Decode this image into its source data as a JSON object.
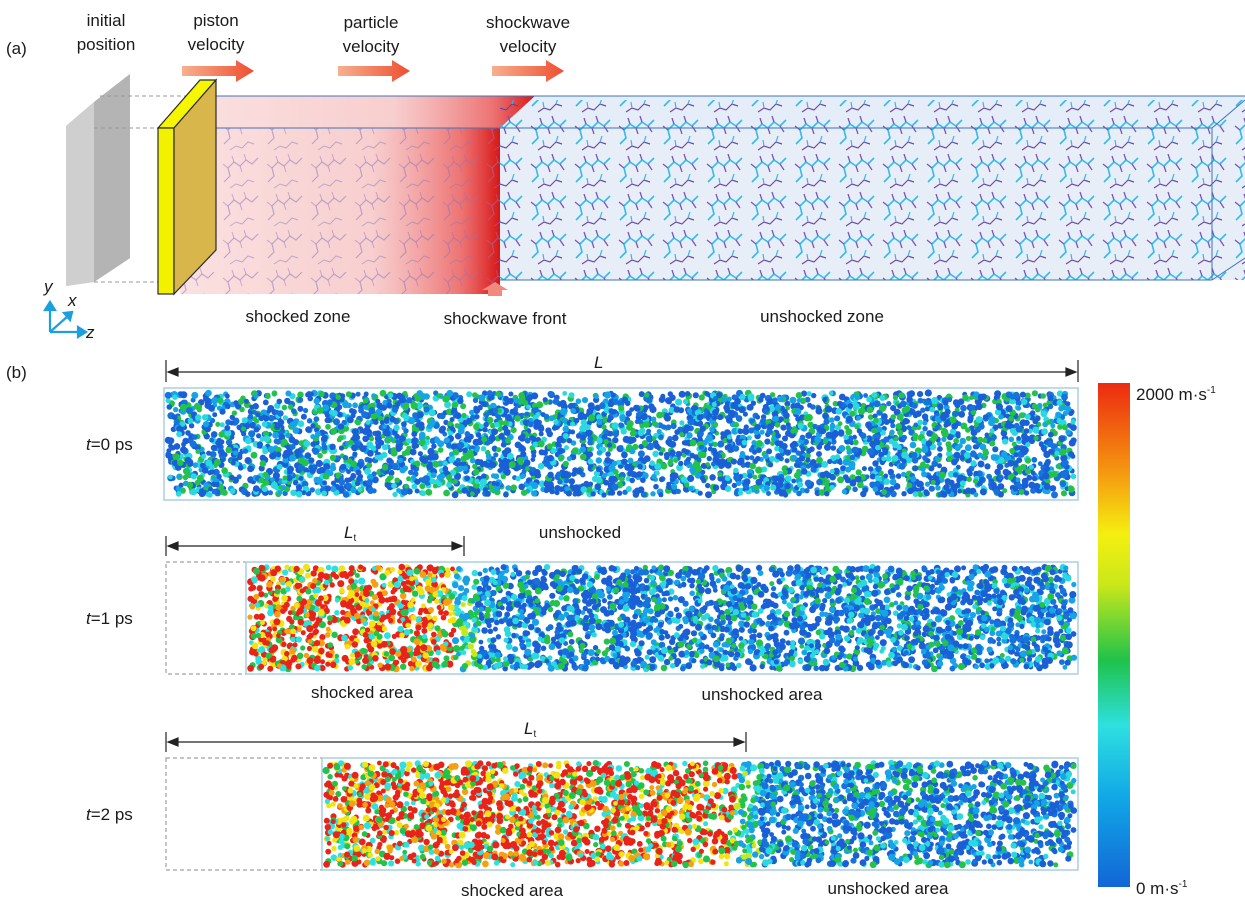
{
  "panel_a": {
    "tag": "(a)",
    "labels": {
      "initial_position_1": "initial",
      "initial_position_2": "position",
      "piston_velocity_1": "piston",
      "piston_velocity_2": "velocity",
      "particle_velocity_1": "particle",
      "particle_velocity_2": "velocity",
      "shockwave_velocity_1": "shockwave",
      "shockwave_velocity_2": "velocity",
      "shocked_zone": "shocked zone",
      "shockwave_front": "shockwave front",
      "unshocked_zone": "unshocked zone"
    },
    "axes": {
      "y": "y",
      "x": "x",
      "z": "z"
    },
    "colors": {
      "initial_wall": "#c8c8c8",
      "piston": "#f2f200",
      "shock_red": "#e01a1a",
      "unshocked_box": "#dfe9f6",
      "molecule_blue": "#2fb6e8",
      "molecule_purple": "#6a3fa0",
      "arrow": "#f0603c"
    }
  },
  "panel_b": {
    "tag": "(b)",
    "length_label": "L",
    "lt_label": "L",
    "lt_sub": "t",
    "rows": [
      {
        "time_prefix": "t",
        "time_rest": "=0 ps",
        "caption_left": "",
        "caption_right": "unshocked",
        "shocked_fraction": 0
      },
      {
        "time_prefix": "t",
        "time_rest": "=1 ps",
        "caption_left": "shocked area",
        "caption_right": "unshocked area",
        "shocked_fraction": 0.24
      },
      {
        "time_prefix": "t",
        "time_rest": "=2 ps",
        "caption_left": "shocked area",
        "caption_right": "unshocked area",
        "shocked_fraction": 0.57
      }
    ],
    "colorbar": {
      "max_label": "2000 m·s",
      "max_sup": "-1",
      "min_label": "0 m·s",
      "min_sup": "-1",
      "max_value": 2000,
      "min_value": 0,
      "colors": [
        "#1266d6",
        "#11a8e6",
        "#2ee0e0",
        "#1fc24a",
        "#c9e81a",
        "#f5ef10",
        "#f59a10",
        "#ec2a10"
      ]
    }
  }
}
